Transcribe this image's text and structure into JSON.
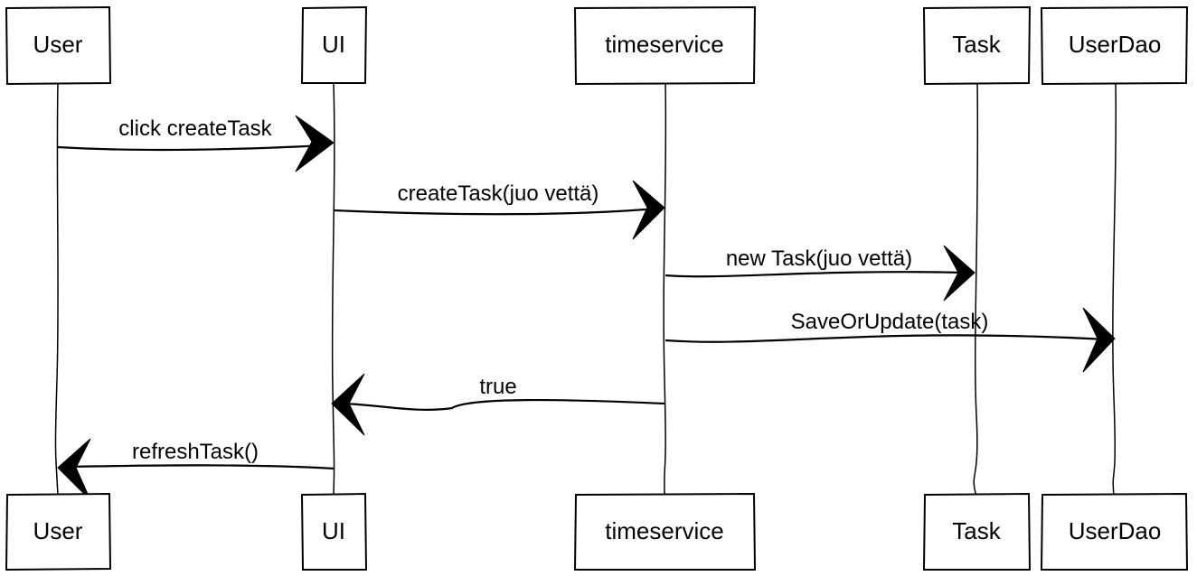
{
  "participants": [
    {
      "id": "user",
      "label": "User"
    },
    {
      "id": "ui",
      "label": "UI"
    },
    {
      "id": "timeservice",
      "label": "timeservice"
    },
    {
      "id": "task",
      "label": "Task"
    },
    {
      "id": "userdao",
      "label": "UserDao"
    }
  ],
  "messages": [
    {
      "from": "user",
      "to": "ui",
      "label": "click createTask"
    },
    {
      "from": "ui",
      "to": "timeservice",
      "label": "createTask(juo vettä)"
    },
    {
      "from": "timeservice",
      "to": "task",
      "label": "new Task(juo vettä)"
    },
    {
      "from": "timeservice",
      "to": "userdao",
      "label": "SaveOrUpdate(task)"
    },
    {
      "from": "timeservice",
      "to": "ui",
      "label": "true"
    },
    {
      "from": "ui",
      "to": "user",
      "label": "refreshTask()"
    }
  ]
}
